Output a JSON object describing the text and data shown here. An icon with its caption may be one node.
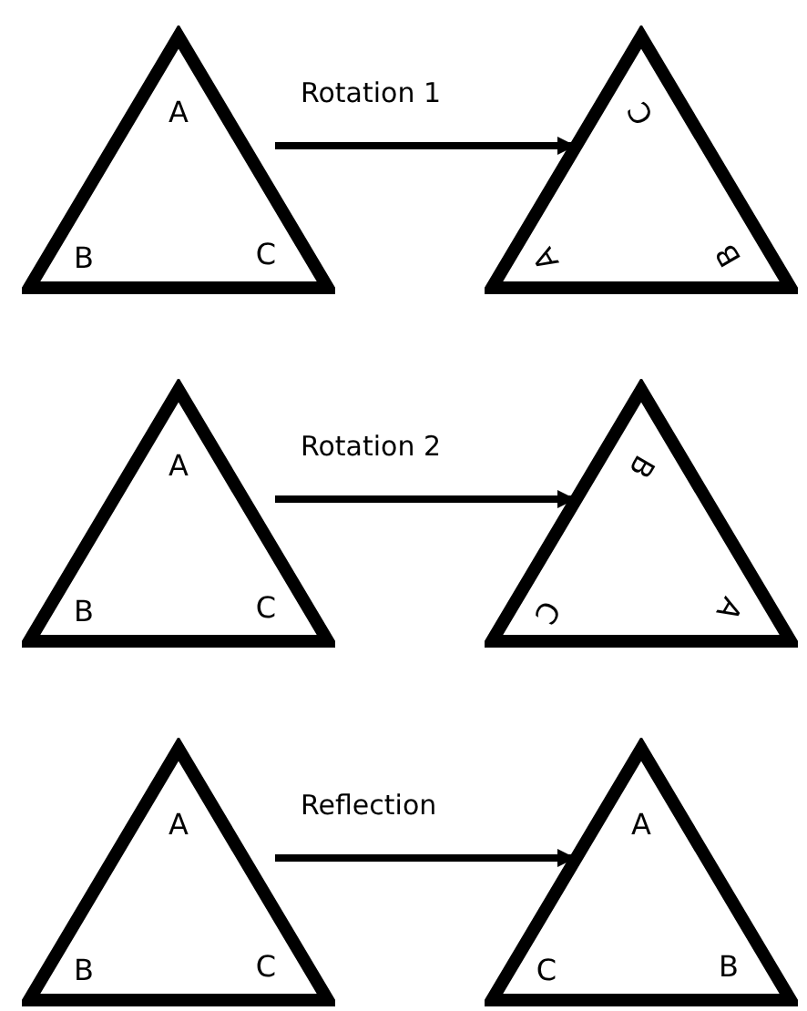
{
  "diagram": {
    "nodes": [
      {
        "text": [
          "A",
          "B",
          "C"
        ]
      },
      {
        "text": [
          "C",
          "A",
          "B"
        ]
      },
      {
        "text": [
          "A",
          "B",
          "C"
        ]
      },
      {
        "text": [
          "B",
          "C",
          "A"
        ]
      },
      {
        "text": [
          "A",
          "B",
          "C"
        ]
      },
      {
        "text": [
          "A",
          "C",
          "B"
        ]
      }
    ],
    "edges": [
      {
        "from": 0,
        "to": 1,
        "arrow": "to",
        "label": "Rotation 1"
      },
      {
        "from": 2,
        "to": 3,
        "arrow": "to",
        "label": "Rotation 2"
      },
      {
        "from": 4,
        "to": 5,
        "arrow": "to",
        "label": "Reflection"
      }
    ]
  }
}
